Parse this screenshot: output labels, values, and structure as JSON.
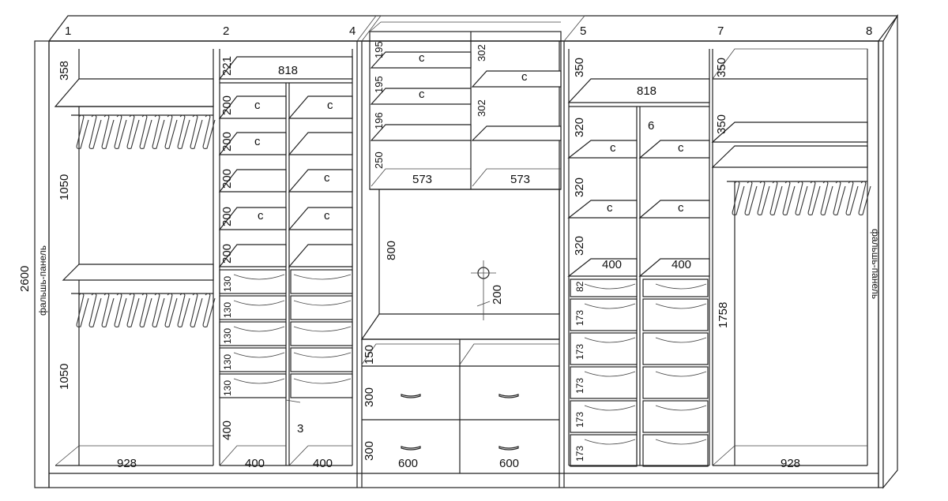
{
  "section_numbers": [
    "1",
    "2",
    "3",
    "4",
    "5",
    "6",
    "7",
    "8"
  ],
  "overall": {
    "height": "2600",
    "falsh_left": "фальшь-панель",
    "falsh_right": "фальшь-панель"
  },
  "sec1": {
    "top": "358",
    "rail1": "1050",
    "rail2": "1050",
    "width": "928"
  },
  "sec2": {
    "top_h": "221",
    "top_w": "818",
    "shelves": [
      "200",
      "200",
      "200",
      "200",
      "200"
    ],
    "drawers": [
      "130",
      "130",
      "130",
      "130",
      "130"
    ],
    "bottom": "400",
    "width_a": "400",
    "width_b": "400",
    "shelf_mark": "c"
  },
  "sec4": {
    "upper_left": [
      "195",
      "195",
      "196",
      "250"
    ],
    "upper_right": [
      "302",
      "302"
    ],
    "upper_w1": "573",
    "upper_w2": "573",
    "tv_h": "800",
    "tv_offset": "200",
    "low_shelf": "150",
    "drawer_h1": "300",
    "drawer_h2": "300",
    "width_a": "600",
    "width_b": "600"
  },
  "sec5": {
    "top": "350",
    "top_w": "818",
    "shelves": [
      "320",
      "320",
      "320"
    ],
    "width_a": "400",
    "width_b": "400",
    "drawers": [
      "82",
      "173",
      "173",
      "173",
      "173",
      "173"
    ]
  },
  "sec7": {
    "top1": "350",
    "top2": "350",
    "rail": "1758",
    "width": "928"
  }
}
